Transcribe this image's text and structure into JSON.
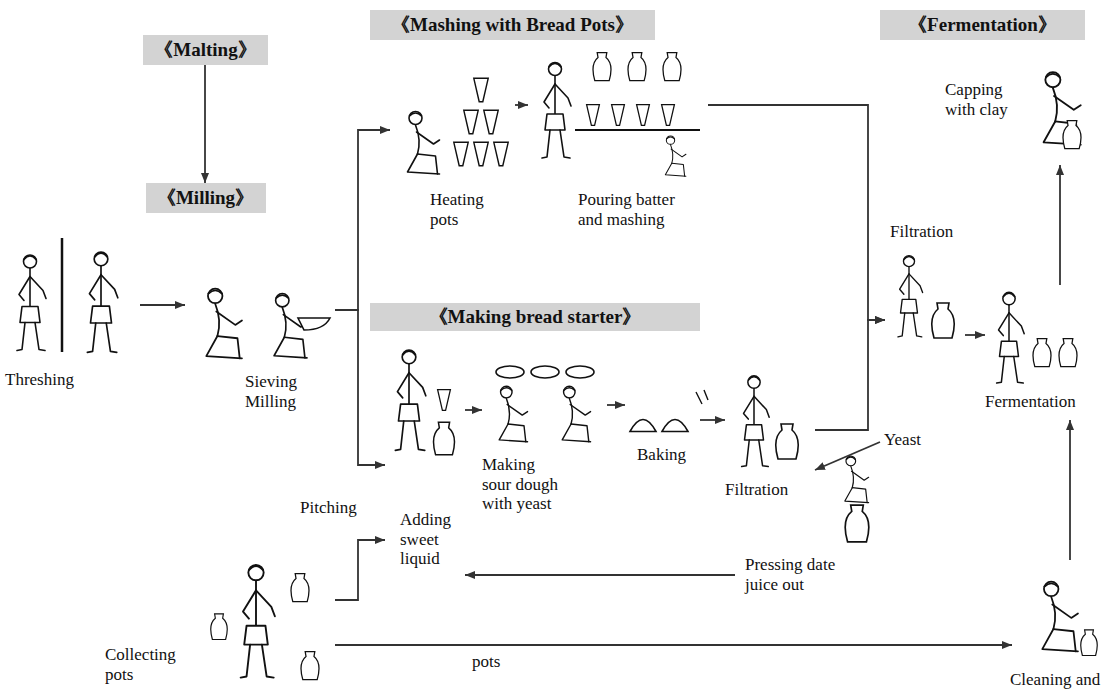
{
  "diagram": {
    "nodes": [
      {
        "text": [
          "《Malting》"
        ]
      },
      {
        "text": [
          "《Milling》"
        ]
      },
      {
        "text": [
          "《Mashing with Bread Pots》"
        ]
      },
      {
        "text": [
          "《Making bread starter》"
        ]
      },
      {
        "text": [
          "《Fermentation》"
        ]
      },
      {
        "text": [
          "Threshing"
        ]
      },
      {
        "text": [
          "Sieving Milling"
        ]
      },
      {
        "text": [
          "Heating pots"
        ]
      },
      {
        "text": [
          "Pouring batter and mashing"
        ]
      },
      {
        "text": [
          "Filtration"
        ]
      },
      {
        "text": [
          "Capping with clay"
        ]
      },
      {
        "text": [
          "Fermentation"
        ]
      },
      {
        "text": [
          "Adding sweet liquid"
        ]
      },
      {
        "text": [
          "Making sour dough with yeast"
        ]
      },
      {
        "text": [
          "Baking"
        ]
      },
      {
        "text": [
          "Filtration"
        ]
      },
      {
        "text": [
          "Yeast"
        ]
      },
      {
        "text": [
          "Pressing date juice out"
        ]
      },
      {
        "text": [
          "Collecting pots"
        ]
      },
      {
        "text": [
          "Cleaning and"
        ]
      }
    ],
    "edges": [
      {
        "from": 0,
        "to": 1,
        "arrow": "to"
      },
      {
        "from": 5,
        "to": 6,
        "arrow": "to"
      },
      {
        "from": 6,
        "to": 7,
        "arrow": "to"
      },
      {
        "from": 6,
        "to": 12,
        "arrow": "to"
      },
      {
        "from": 7,
        "to": 8,
        "arrow": "to"
      },
      {
        "from": 8,
        "to": 9,
        "arrow": "to"
      },
      {
        "from": 15,
        "to": 9,
        "arrow": "to"
      },
      {
        "from": 9,
        "to": 11,
        "arrow": "to"
      },
      {
        "from": 11,
        "to": 10,
        "arrow": "to"
      },
      {
        "from": 12,
        "to": 13,
        "arrow": "to"
      },
      {
        "from": 13,
        "to": 14,
        "arrow": "to"
      },
      {
        "from": 14,
        "to": 15,
        "arrow": "to"
      },
      {
        "from": 16,
        "to": 15,
        "arrow": "to"
      },
      {
        "from": 17,
        "to": 12,
        "arrow": "to"
      },
      {
        "from": 18,
        "to": 12,
        "label": "Pitching",
        "arrow": "to"
      },
      {
        "from": 18,
        "to": 19,
        "label": "pots",
        "arrow": "to"
      },
      {
        "from": 19,
        "to": 11,
        "arrow": "to"
      }
    ]
  }
}
